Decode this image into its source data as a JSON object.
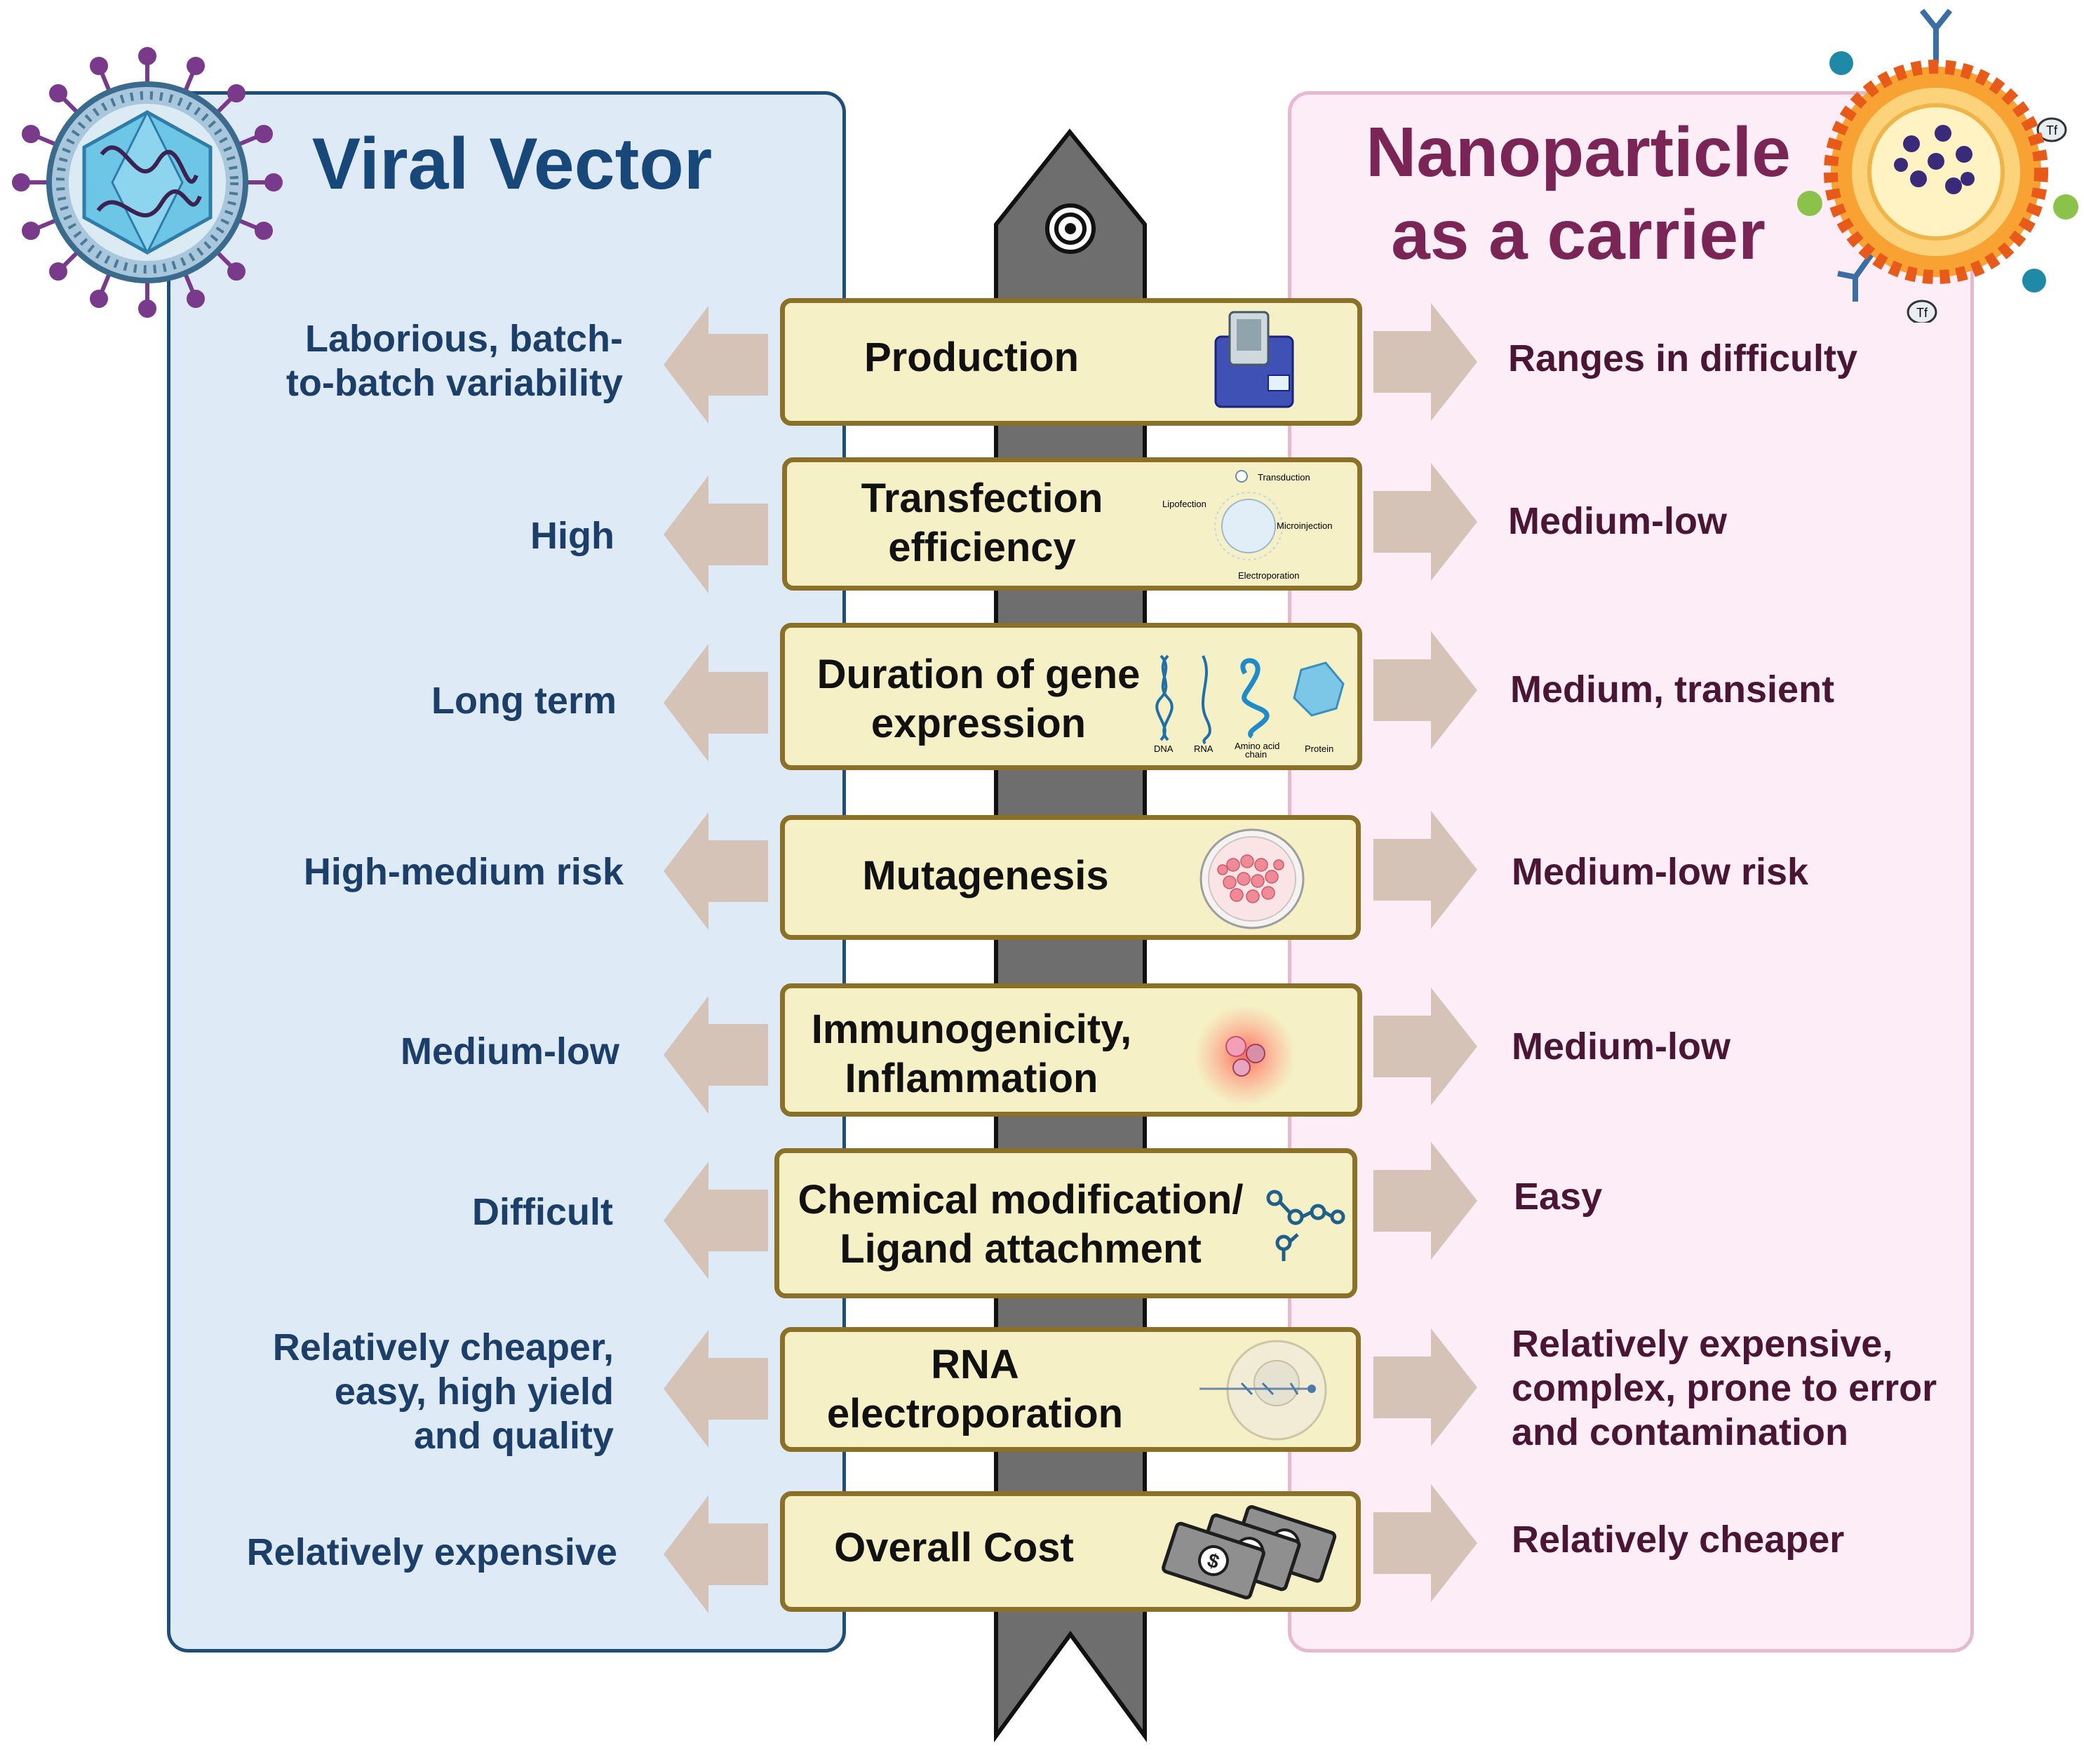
{
  "titles": {
    "left": "Viral Vector",
    "right_line1": "Nanoparticle",
    "right_line2": "as a carrier"
  },
  "colors": {
    "left_panel": "#dfeaf7",
    "left_title": "#18477a",
    "right_panel": "#fcedf6",
    "right_title": "#7a2556",
    "box_fill": "#f5f0c5",
    "box_border": "#8b7127",
    "backbone": "#6e6e6e",
    "arrow": "#d6c3b8"
  },
  "rows": [
    {
      "label": [
        "Production"
      ],
      "left": [
        "Laborious, batch-",
        "to-batch variability"
      ],
      "right": [
        "Ranges in difficulty"
      ],
      "icon": "production-machine-icon"
    },
    {
      "label": [
        "Transfection",
        "efficiency"
      ],
      "left": [
        "High"
      ],
      "right": [
        "Medium-low"
      ],
      "icon": "transfection-methods-icon",
      "icon_text": {
        "a": "Transduction",
        "b": "Lipofection",
        "c": "Microinjection",
        "d": "Electroporation"
      }
    },
    {
      "label": [
        "Duration of gene",
        "expression"
      ],
      "left": [
        "Long term"
      ],
      "right": [
        "Medium, transient"
      ],
      "icon": "gene-expression-icon",
      "icon_text": {
        "a": "DNA",
        "b": "RNA",
        "c": "Amino acid",
        "c2": "chain",
        "d": "Protein"
      }
    },
    {
      "label": [
        "Mutagenesis"
      ],
      "left": [
        "High-medium risk"
      ],
      "right": [
        "Medium-low risk"
      ],
      "icon": "petri-dish-icon"
    },
    {
      "label": [
        "Immunogenicity,",
        "Inflammation"
      ],
      "left": [
        "Medium-low"
      ],
      "right": [
        "Medium-low"
      ],
      "icon": "inflamed-cells-icon"
    },
    {
      "label": [
        "Chemical modification/",
        "Ligand attachment"
      ],
      "left": [
        "Difficult"
      ],
      "right": [
        "Easy"
      ],
      "icon": "molecule-icon"
    },
    {
      "label": [
        "RNA",
        "electroporation"
      ],
      "left": [
        "Relatively cheaper,",
        "easy, high yield",
        "and quality"
      ],
      "right": [
        "Relatively expensive,",
        "complex, prone to error",
        "and contamination"
      ],
      "icon": "electroporation-cell-icon"
    },
    {
      "label": [
        "Overall Cost"
      ],
      "left": [
        "Relatively expensive"
      ],
      "right": [
        "Relatively cheaper"
      ],
      "icon": "money-bills-icon"
    }
  ],
  "nanoparticle_labels": [
    "Tf",
    "Tf"
  ]
}
